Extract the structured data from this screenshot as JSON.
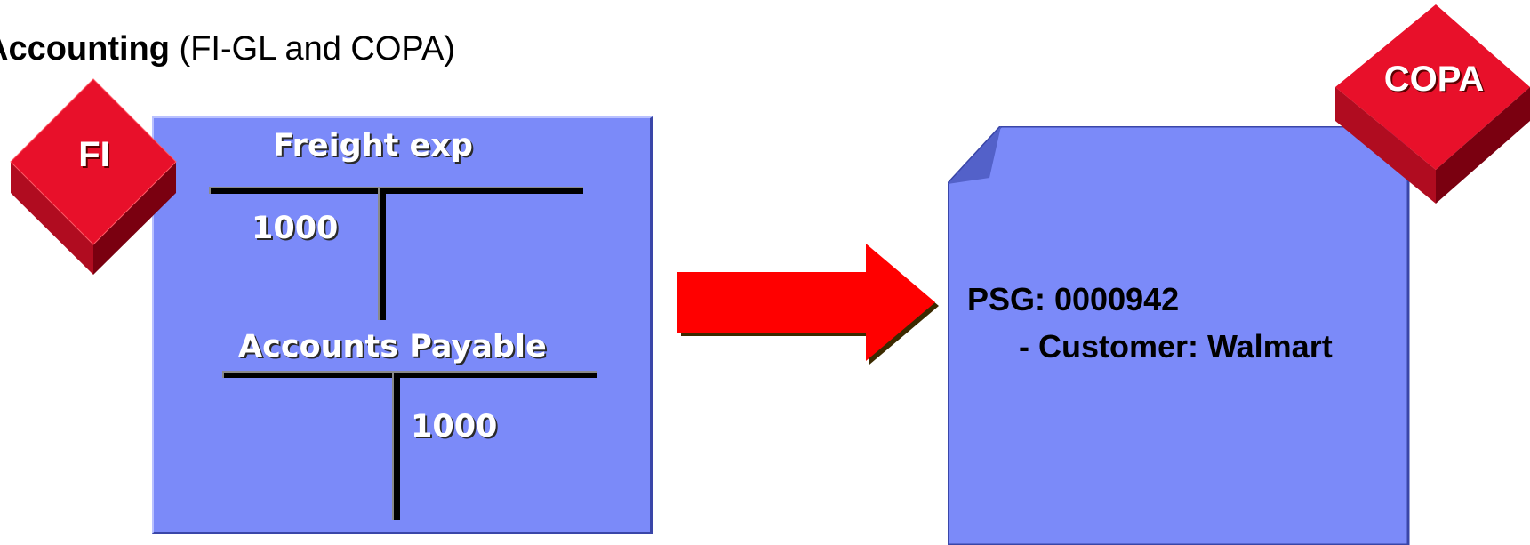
{
  "heading": {
    "bold": "Accounting",
    "rest": " (FI-GL and COPA)"
  },
  "fi_badge": {
    "label": "FI"
  },
  "copa_badge": {
    "label": "COPA"
  },
  "t_accounts": [
    {
      "title": "Freight exp",
      "debit": "1000",
      "credit": ""
    },
    {
      "title": "Accounts Payable",
      "debit": "",
      "credit": "1000"
    }
  ],
  "copa_doc": {
    "line1": "PSG: 0000942",
    "line2": "- Customer: Walmart"
  },
  "colors": {
    "box_blue": "#7b8af9",
    "badge_red": "#e8102a",
    "arrow_red": "#ff0000"
  }
}
